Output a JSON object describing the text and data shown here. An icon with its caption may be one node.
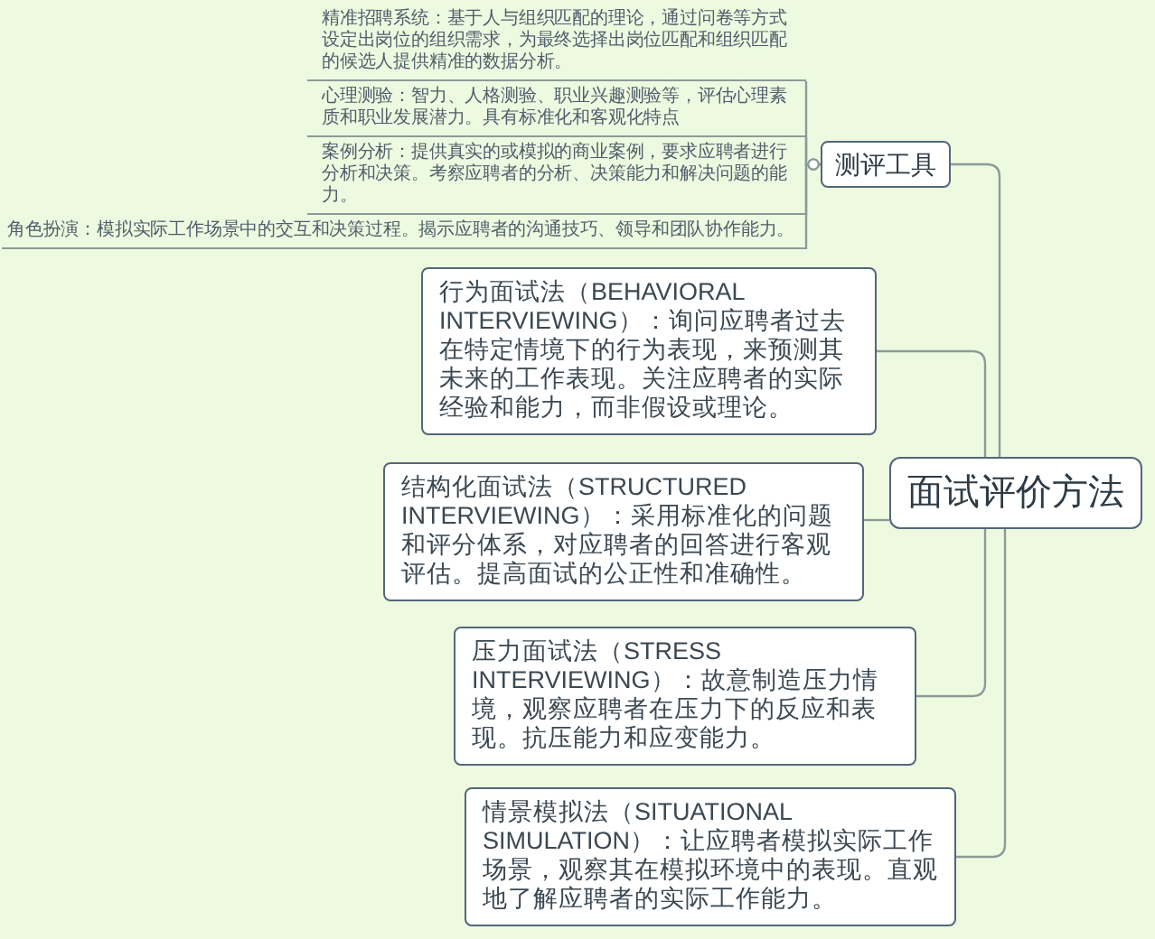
{
  "diagram": {
    "nodes": [
      {
        "text": [
          "面试评价方法"
        ]
      },
      {
        "text": [
          "测评工具"
        ]
      },
      {
        "text": [
          "精准招聘系统：基于人与组织匹配的理论，通过问卷等方式设定出岗位的组织需求，为最终选择出岗位匹配和组织匹配的候选人提供精准的数据分析。"
        ]
      },
      {
        "text": [
          "心理测验：智力、人格测验、职业兴趣测验等，评估心理素质和职业发展潜力。具有标准化和客观化特点"
        ]
      },
      {
        "text": [
          "案例分析：提供真实的或模拟的商业案例，要求应聘者进行分析和决策。考察应聘者的分析、决策能力和解决问题的能力。"
        ]
      },
      {
        "text": [
          "角色扮演：模拟实际工作场景中的交互和决策过程。揭示应聘者的沟通技巧、领导和团队协作能力。"
        ]
      },
      {
        "text": [
          "行为面试法（BEHAVIORAL INTERVIEWING）：询问应聘者过去在特定情境下的行为表现，来预测其未来的工作表现。关注应聘者的实际经验和能力，而非假设或理论。"
        ]
      },
      {
        "text": [
          "结构化面试法（STRUCTURED INTERVIEWING）：采用标准化的问题和评分体系，对应聘者的回答进行客观评估。提高面试的公正性和准确性。"
        ]
      },
      {
        "text": [
          "压力面试法（STRESS INTERVIEWING）：故意制造压力情境，观察应聘者在压力下的反应和表现。抗压能力和应变能力。"
        ]
      },
      {
        "text": [
          "情景模拟法（SITUATIONAL SIMULATION）：让应聘者模拟实际工作场景，观察其在模拟环境中的表现。直观地了解应聘者的实际工作能力。"
        ]
      }
    ],
    "edges": [
      {
        "from": 0,
        "to": 1,
        "arrow": "none"
      },
      {
        "from": 0,
        "to": 6,
        "arrow": "none"
      },
      {
        "from": 0,
        "to": 7,
        "arrow": "none"
      },
      {
        "from": 0,
        "to": 8,
        "arrow": "none"
      },
      {
        "from": 0,
        "to": 9,
        "arrow": "none"
      },
      {
        "from": 1,
        "to": 2,
        "arrow": "other"
      },
      {
        "from": 1,
        "to": 3,
        "arrow": "other"
      },
      {
        "from": 1,
        "to": 4,
        "arrow": "other"
      },
      {
        "from": 1,
        "to": 5,
        "arrow": "other"
      }
    ]
  }
}
